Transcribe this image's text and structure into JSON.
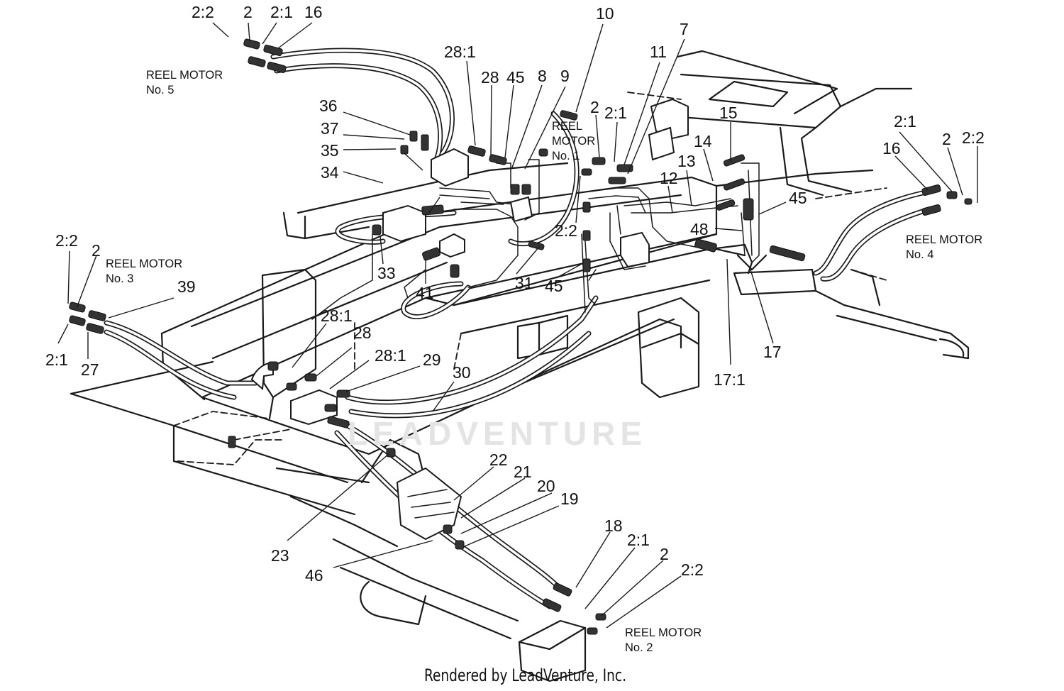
{
  "callouts": [
    {
      "id": "c1",
      "text": "2:2"
    },
    {
      "id": "c2",
      "text": "2"
    },
    {
      "id": "c3",
      "text": "2:1"
    },
    {
      "id": "c4",
      "text": "16"
    },
    {
      "id": "c5",
      "text": "10"
    },
    {
      "id": "c6",
      "text": "7"
    },
    {
      "id": "c7",
      "text": "11"
    },
    {
      "id": "c8",
      "text": "28:1"
    },
    {
      "id": "c9",
      "text": "28"
    },
    {
      "id": "c10",
      "text": "45"
    },
    {
      "id": "c11",
      "text": "8"
    },
    {
      "id": "c12",
      "text": "9"
    },
    {
      "id": "c13",
      "text": "36"
    },
    {
      "id": "c14",
      "text": "37"
    },
    {
      "id": "c15",
      "text": "35"
    },
    {
      "id": "c16",
      "text": "34"
    },
    {
      "id": "c17",
      "text": "2"
    },
    {
      "id": "c18",
      "text": "2:1"
    },
    {
      "id": "c19",
      "text": "15"
    },
    {
      "id": "c20",
      "text": "14"
    },
    {
      "id": "c21",
      "text": "13"
    },
    {
      "id": "c22",
      "text": "12"
    },
    {
      "id": "c23",
      "text": "2:1"
    },
    {
      "id": "c24",
      "text": "2"
    },
    {
      "id": "c25",
      "text": "2:2"
    },
    {
      "id": "c26",
      "text": "16"
    },
    {
      "id": "c27",
      "text": "45"
    },
    {
      "id": "c28",
      "text": "48"
    },
    {
      "id": "c29",
      "text": "2:2"
    },
    {
      "id": "c30",
      "text": "2:2"
    },
    {
      "id": "c31",
      "text": "2"
    },
    {
      "id": "c32",
      "text": "39"
    },
    {
      "id": "c33",
      "text": "33"
    },
    {
      "id": "c34",
      "text": "41"
    },
    {
      "id": "c35",
      "text": "31"
    },
    {
      "id": "c36",
      "text": "45"
    },
    {
      "id": "c37",
      "text": "17"
    },
    {
      "id": "c38",
      "text": "17:1"
    },
    {
      "id": "c39",
      "text": "2:1"
    },
    {
      "id": "c40",
      "text": "27"
    },
    {
      "id": "c41",
      "text": "28:1"
    },
    {
      "id": "c42",
      "text": "28"
    },
    {
      "id": "c43",
      "text": "28:1"
    },
    {
      "id": "c44",
      "text": "29"
    },
    {
      "id": "c45",
      "text": "30"
    },
    {
      "id": "c46",
      "text": "22"
    },
    {
      "id": "c47",
      "text": "21"
    },
    {
      "id": "c48",
      "text": "20"
    },
    {
      "id": "c49",
      "text": "19"
    },
    {
      "id": "c50",
      "text": "23"
    },
    {
      "id": "c51",
      "text": "46"
    },
    {
      "id": "c52",
      "text": "18"
    },
    {
      "id": "c53",
      "text": "2:1"
    },
    {
      "id": "c54",
      "text": "2"
    },
    {
      "id": "c55",
      "text": "2:2"
    }
  ],
  "motor_labels": {
    "m5": {
      "line1": "REEL MOTOR",
      "line2": "No. 5"
    },
    "m1": {
      "line1": "REEL",
      "line2": "MOTOR",
      "line3": "No. 1"
    },
    "m4": {
      "line1": "REEL MOTOR",
      "line2": "No. 4"
    },
    "m3": {
      "line1": "REEL MOTOR",
      "line2": "No. 3"
    },
    "m2": {
      "line1": "REEL MOTOR",
      "line2": "No. 2"
    }
  },
  "watermark": "LEADVENTURE",
  "footer": "Rendered by LeadVenture, Inc.",
  "colors": {
    "ink": "#1a1a1a",
    "watermark": "#e4e4e4",
    "background": "#ffffff"
  }
}
